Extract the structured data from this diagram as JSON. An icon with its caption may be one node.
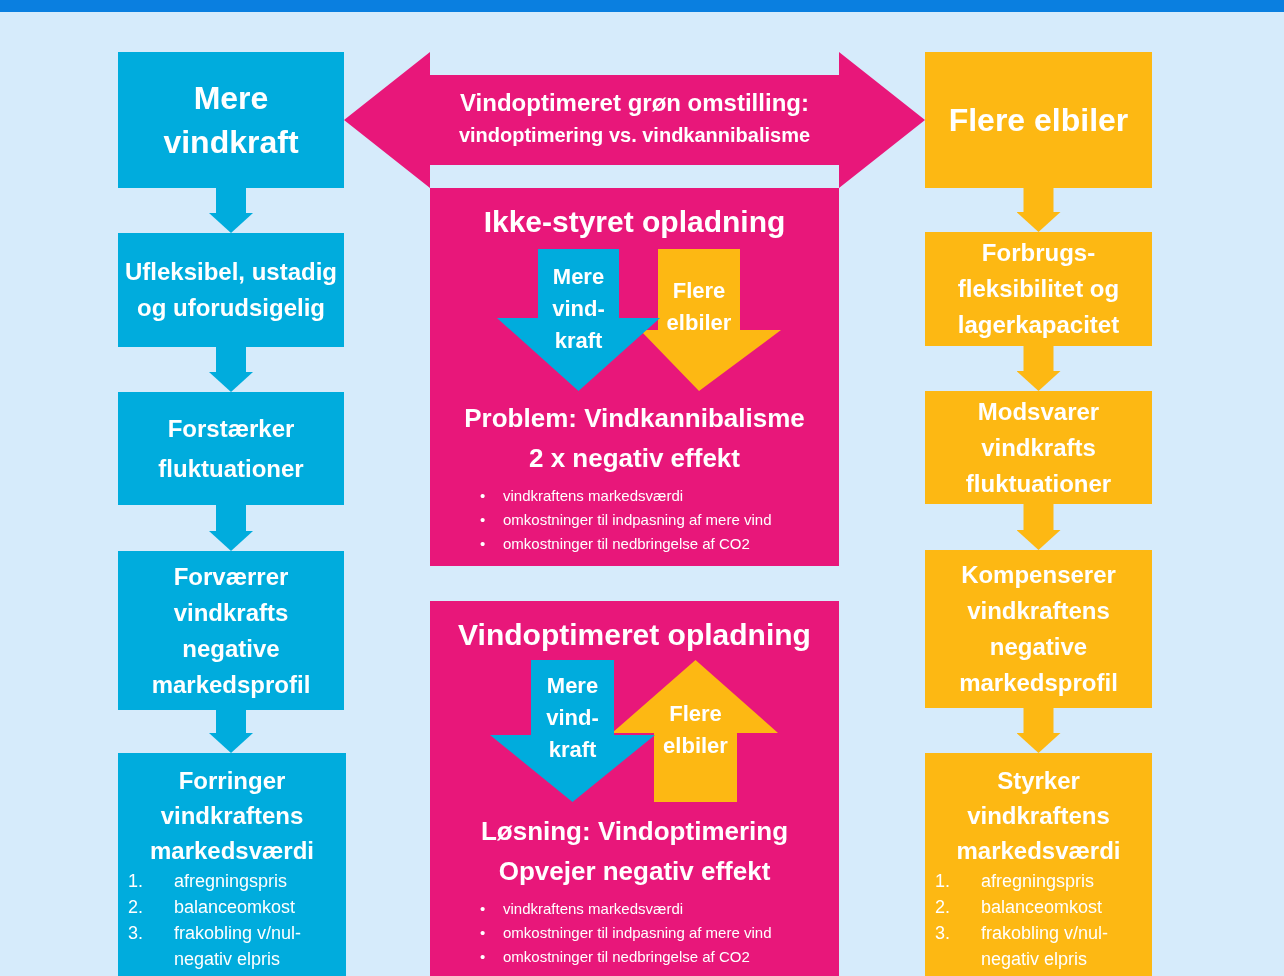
{
  "diagram": {
    "nodes": [
      {
        "text": [
          "Mere vindkraft"
        ]
      },
      {
        "text": [
          "Vindoptimeret grøn omstilling:",
          "vindoptimering vs. vindkannibalisme"
        ]
      },
      {
        "text": [
          "Flere elbiler"
        ]
      },
      {
        "text": [
          "Ufleksibel, ustadig og uforudsigelig"
        ]
      },
      {
        "text": [
          "Forstærker fluktuationer"
        ]
      },
      {
        "text": [
          "Forværrer vindkrafts negative markedsprofil"
        ]
      },
      {
        "text": [
          "Forringer vindkraftens markedsværdi",
          "1.",
          "afregningspris",
          "2.",
          "balanceomkost",
          "3.",
          "frakobling v/nul- negativ elpris"
        ]
      },
      {
        "text": [
          "Ikke-styret opladning",
          "Problem: Vindkannibalisme",
          "2 x negativ effekt",
          "•",
          "vindkraftens markedsværdi",
          "•",
          "omkostninger til indpasning af mere vind",
          "•",
          "omkostninger til nedbringelse af CO2"
        ]
      },
      {
        "text": [
          "Mere vind- kraft"
        ],
        "in": 7
      },
      {
        "text": [
          "Flere elbiler"
        ],
        "in": 7
      },
      {
        "text": [
          "Vindoptimeret opladning",
          "Løsning: Vindoptimering",
          "Opvejer negativ effekt",
          "•",
          "vindkraftens markedsværdi",
          "•",
          "omkostninger til indpasning af mere vind",
          "•",
          "omkostninger til nedbringelse af CO2"
        ]
      },
      {
        "text": [
          "Mere vind- kraft"
        ],
        "in": 10
      },
      {
        "text": [
          "Flere elbiler"
        ],
        "in": 10
      },
      {
        "text": [
          "Forbrugs- fleksibilitet og lagerkapacitet"
        ]
      },
      {
        "text": [
          "Modsvarer vindkrafts fluktuationer"
        ]
      },
      {
        "text": [
          "Kompenserer vindkraftens negative markedsprofil"
        ]
      },
      {
        "text": [
          "Styrker vindkraftens markedsværdi",
          "1.",
          "afregningspris",
          "2.",
          "balanceomkost",
          "3.",
          "frakobling v/nul- negativ elpris"
        ]
      }
    ],
    "edges": [
      {
        "from": 0,
        "to": 3,
        "arrow": "to",
        "color": "#00acdd"
      },
      {
        "from": 3,
        "to": 4,
        "arrow": "to",
        "color": "#00acdd"
      },
      {
        "from": 4,
        "to": 5,
        "arrow": "to",
        "color": "#00acdd"
      },
      {
        "from": 5,
        "to": 6,
        "arrow": "to",
        "color": "#00acdd"
      },
      {
        "from": 2,
        "to": 13,
        "arrow": "to",
        "color": "#fdb813"
      },
      {
        "from": 13,
        "to": 14,
        "arrow": "to",
        "color": "#fdb813"
      },
      {
        "from": 14,
        "to": 15,
        "arrow": "to",
        "color": "#fdb813"
      },
      {
        "from": 15,
        "to": 16,
        "arrow": "to",
        "color": "#fdb813"
      }
    ]
  }
}
